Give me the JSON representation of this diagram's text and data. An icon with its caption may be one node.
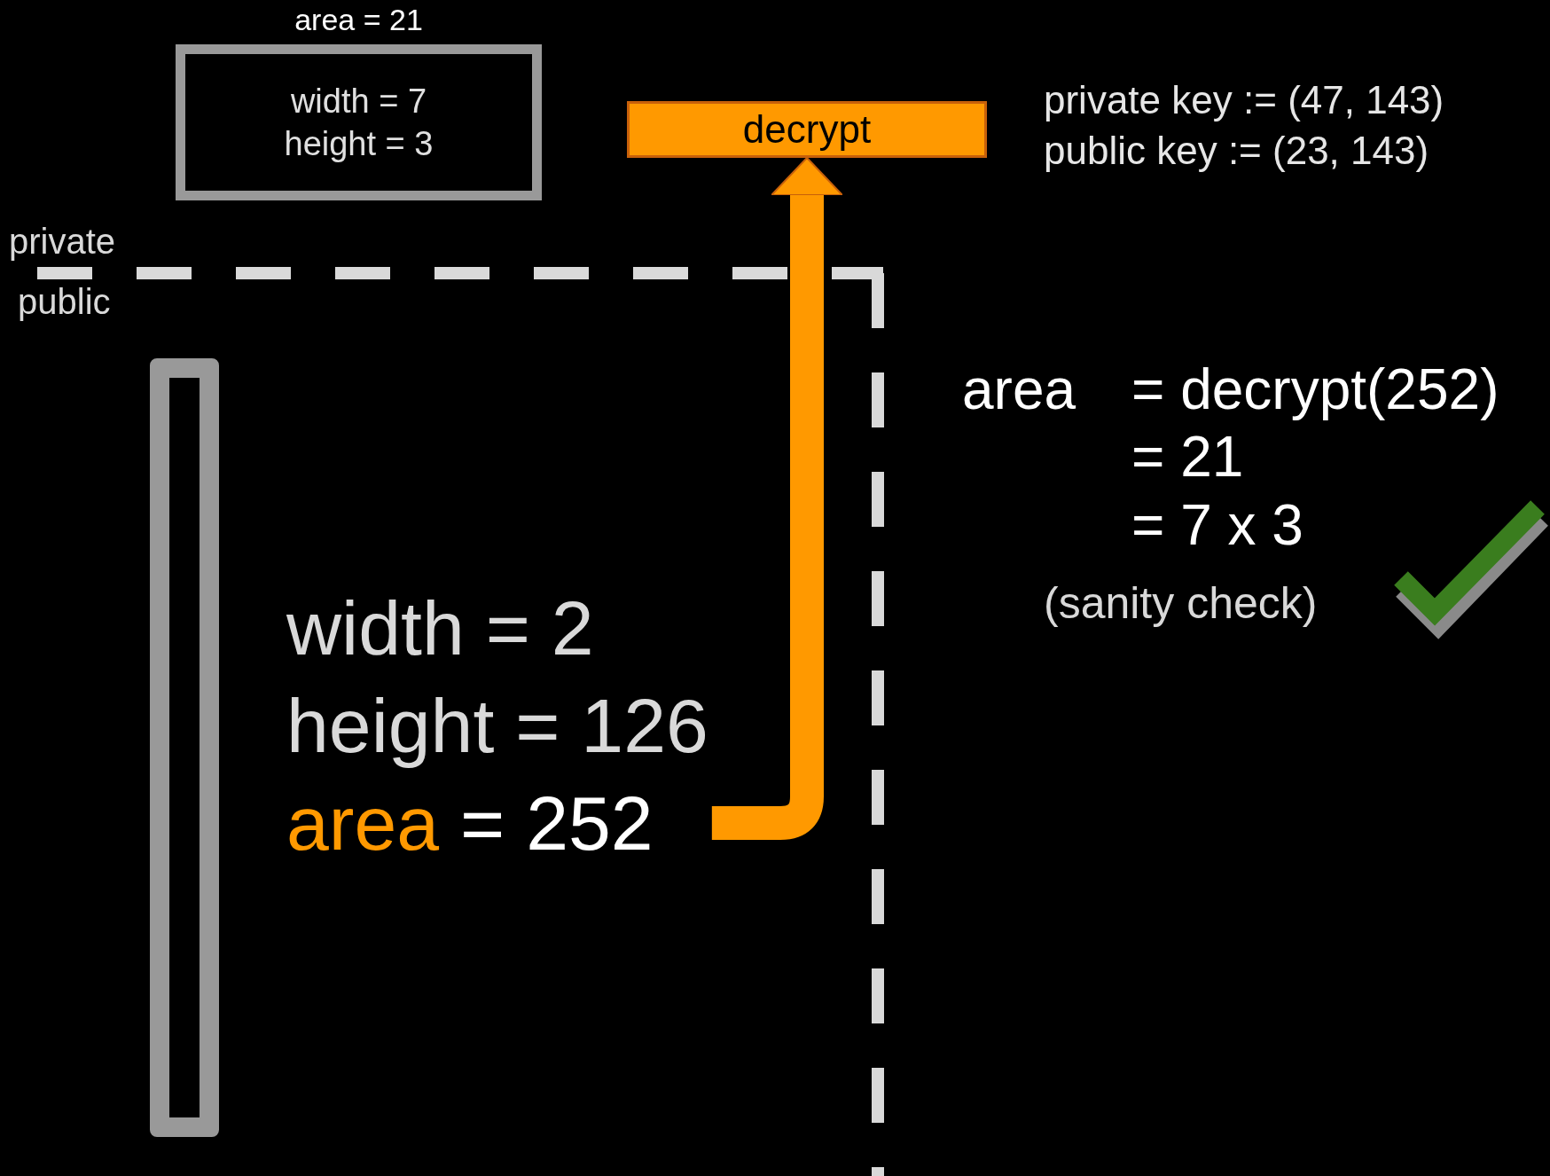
{
  "diagram": {
    "nodes": [
      {
        "text": [
          "area = 21",
          "width = 7",
          "height = 3"
        ]
      },
      {
        "text": [
          "decrypt"
        ]
      },
      {
        "text": [],
        "shape": "box"
      },
      {
        "text": [
          "width = 2",
          "height = 126",
          "area = 252"
        ]
      }
    ],
    "edges": [
      {
        "from": 3,
        "to": 1,
        "arrow": "to",
        "color": "#ff9900"
      }
    ],
    "labels": [
      "private key := (47, 143)",
      "public key := (23, 143)",
      "private",
      "public",
      "area",
      "= decrypt(252)",
      "= 21",
      "= 7 x 3",
      "(sanity check)"
    ]
  }
}
